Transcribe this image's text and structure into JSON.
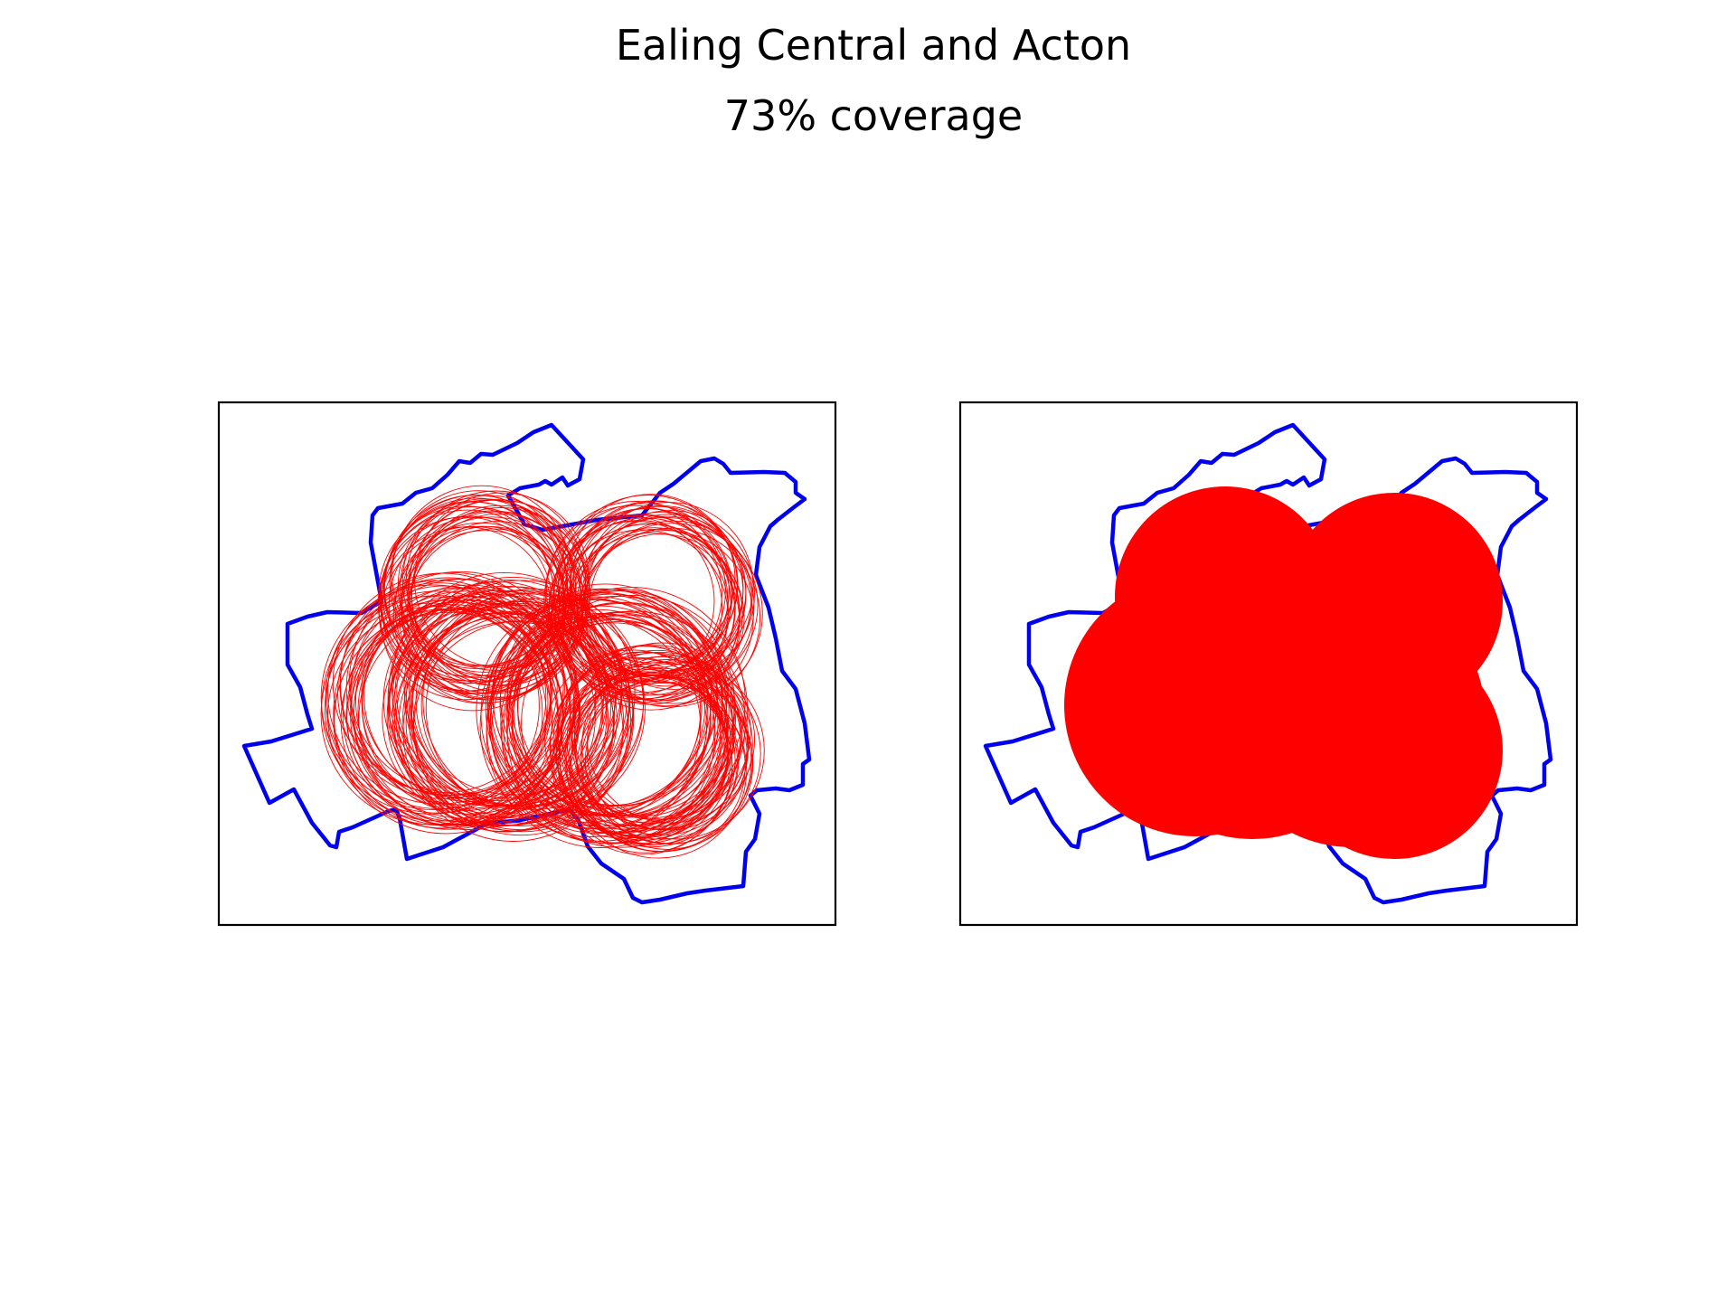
{
  "figure": {
    "title": "Ealing Central and Acton",
    "subtitle": "73% coverage"
  },
  "colors": {
    "boundary": "#0000ee",
    "coverage": "#ff0000",
    "axes": "#000000",
    "background": "#ffffff"
  },
  "chart_data": [
    {
      "type": "map",
      "panel": "left",
      "style": "outline-circles",
      "title": "",
      "xlabel": "",
      "ylabel": "",
      "ticks": false,
      "grid": false,
      "coverage_percent": 73
    },
    {
      "type": "map",
      "panel": "right",
      "style": "filled-union",
      "title": "",
      "xlabel": "",
      "ylabel": "",
      "ticks": false,
      "grid": false,
      "coverage_percent": 73
    }
  ]
}
